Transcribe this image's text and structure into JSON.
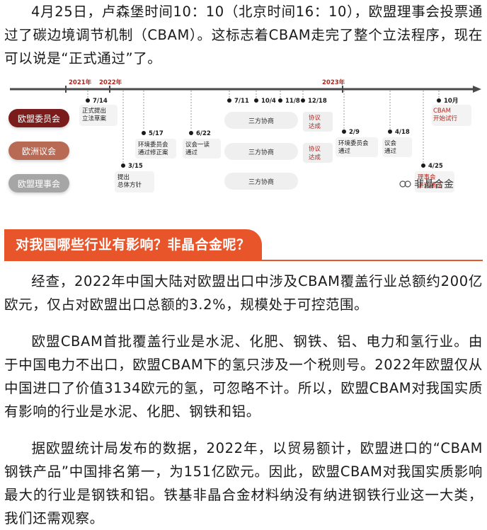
{
  "intro": {
    "text": "4月25日，卢森堡时间10：10（北京时间16：10），欧盟理事会投票通过了碳边境调节机制（CBAM）。这标志着CBAM走完了整个立法程序，现在可以说是“正式通过”了。"
  },
  "timeline": {
    "years": [
      {
        "label": "2021年"
      },
      {
        "label": "2022年"
      },
      {
        "label": "2023年"
      }
    ],
    "bodies": [
      {
        "label": "欧盟委员会",
        "color": "#7a1a1c"
      },
      {
        "label": "欧洲议会",
        "color": "#b86a55"
      },
      {
        "label": "欧盟理事会",
        "color": "#a6a6a6"
      }
    ],
    "events": [
      {
        "date": "7/14",
        "line1": "正式提出",
        "line2": "立法草案"
      },
      {
        "date": "3/15",
        "line1": "提出",
        "line2": "总体方针"
      },
      {
        "date": "5/17",
        "line1": "环境委员会",
        "line2": "通过修正案"
      },
      {
        "date": "6/22",
        "line1": "议会一读",
        "line2": "通过"
      },
      {
        "date": "7/11"
      },
      {
        "date": "10/4"
      },
      {
        "date": "11/8"
      },
      {
        "date": "12/18"
      },
      {
        "date": "2/9",
        "line1": "环境委员会",
        "line2": "通过"
      },
      {
        "date": "4/18",
        "line1": "议会",
        "line2": "通过"
      },
      {
        "date": "4/25",
        "line1": "理事会",
        "line2": "正式通过"
      },
      {
        "date": "10月",
        "line1": "CBAM",
        "line2": "开始试行"
      }
    ],
    "trilogue": {
      "label": "三方协商"
    },
    "agreement": {
      "line1": "协议",
      "line2": "达成"
    },
    "watermark": "非晶合金"
  },
  "section": {
    "heading": "对我国哪些行业有影响？非晶合金呢？"
  },
  "paragraphs": [
    "经查，2022年中国大陆对欧盟出口中涉及CBAM覆盖行业总额约200亿欧元，仅占对欧盟出口总额的3.2%，规模处于可控范围。",
    "欧盟CBAM首批覆盖行业是水泥、化肥、钢铁、铝、电力和氢行业。由于中国电力不出口，欧盟CBAM下的氢只涉及一个税则号。2022年欧盟仅从中国进口了价值3134欧元的氢，可忽略不计。所以，欧盟CBAM对我国实质有影响的行业是水泥、化肥、钢铁和铝。",
    "据欧盟统计局发布的数据，2022年，以贸易额计，欧盟进口的“CBAM钢铁产品”中国排名第一，为151亿欧元。因此，欧盟CBAM对我国实质影响最大的行业是钢铁和铝。铁基非晶合金材料纳没有纳进钢铁行业这一大类，我们还需观察。"
  ]
}
